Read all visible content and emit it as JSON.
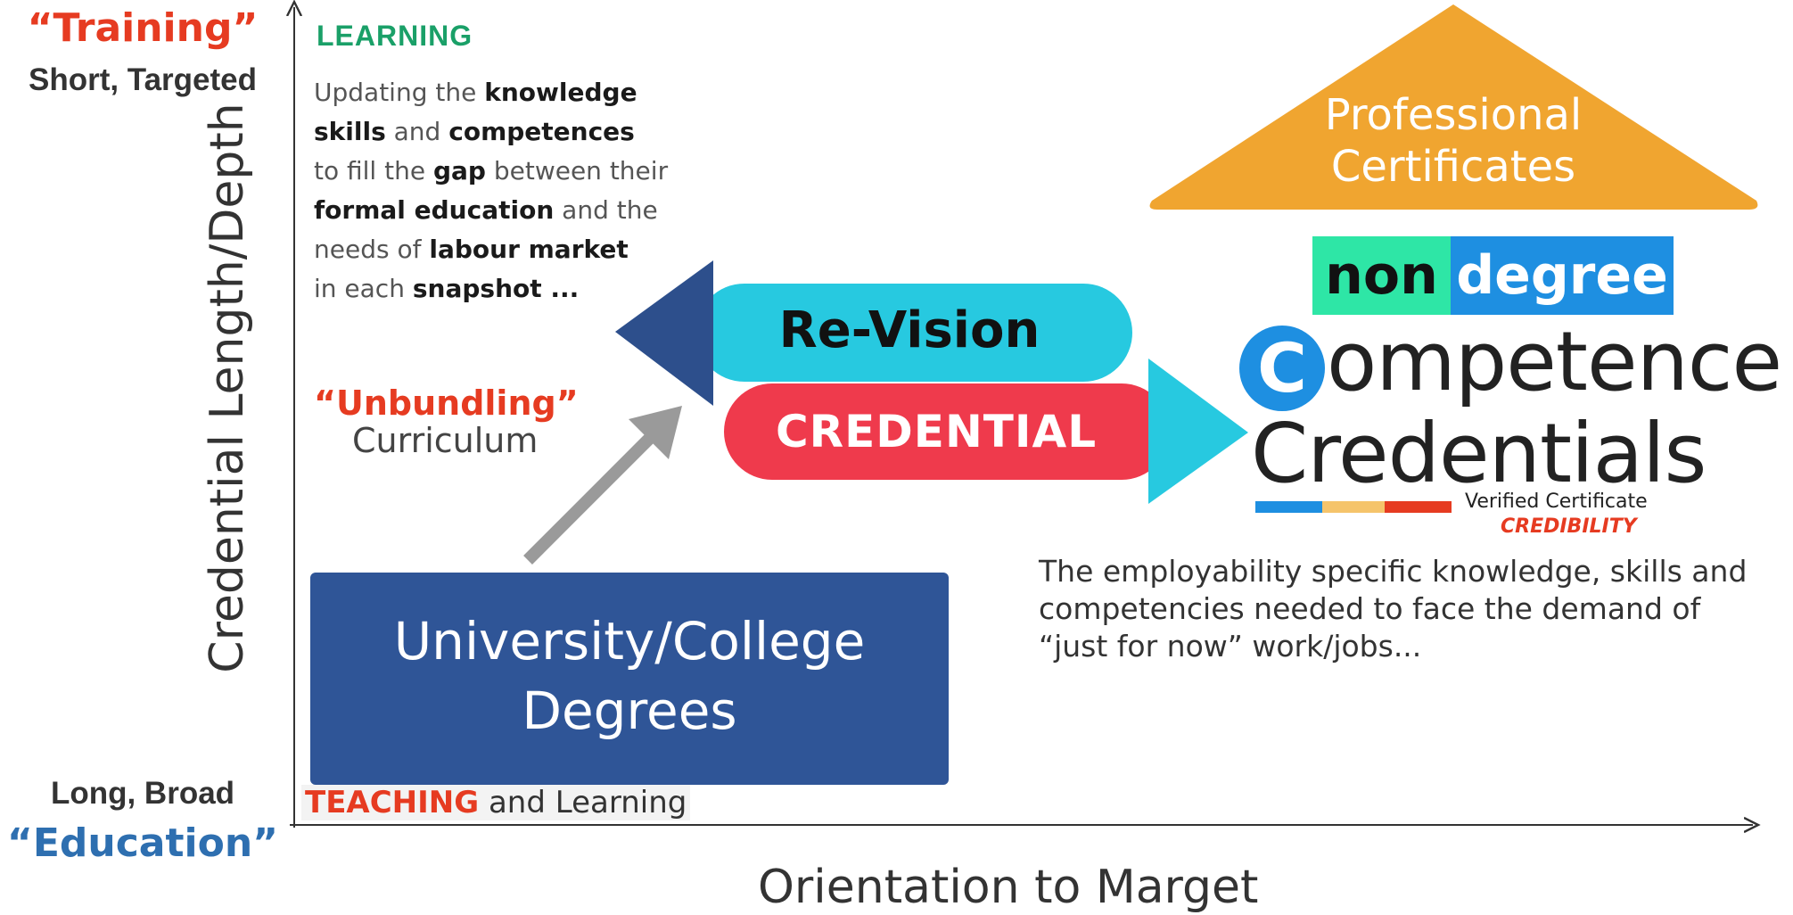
{
  "left_labels": {
    "training": "“Training”",
    "short_targeted": "Short, Targeted",
    "long_broad": "Long, Broad",
    "education": "“Education”"
  },
  "axes": {
    "y_label": "Credential Length/Depth",
    "x_label": "Orientation to Marget"
  },
  "learning": {
    "heading": "LEARNING",
    "lines": [
      [
        "Updating the ",
        "knowledge"
      ],
      [
        "skills",
        " and ",
        "competences"
      ],
      [
        "to fill the ",
        "gap",
        " between their"
      ],
      [
        "formal education",
        " and the"
      ],
      [
        "needs of ",
        "labour market"
      ],
      [
        "in each ",
        "snapshot ..."
      ]
    ]
  },
  "unbundling": {
    "title": "“Unbundling”",
    "subtitle": "Curriculum"
  },
  "university": {
    "line1": "University/College",
    "line2": "Degrees"
  },
  "teaching": {
    "strong": "TEACHING",
    "rest": " and Learning"
  },
  "center": {
    "revision": "Re-Vision",
    "credential": "CREDENTIAL"
  },
  "professional": {
    "line1": "Professional",
    "line2": "Certificates"
  },
  "badge": {
    "non": "non",
    "degree": "degree",
    "c_letter": "C",
    "competence_rest": "ompetence",
    "credentials": "Credentials",
    "verified": "Verified Certificate",
    "credibility": "CREDIBILITY"
  },
  "employability": {
    "text": "The employability specific knowledge, skills and competencies needed to face the demand of “just for now” work/jobs..."
  },
  "colors": {
    "red": "#e63b21",
    "blue_dark": "#2f5597",
    "blue_arrow": "#2d4f8c",
    "cyan": "#27c9e0",
    "orange": "#f0a530",
    "green": "#1aa068",
    "teal_box": "#2ee6a6",
    "blue_bright": "#1e8fe1",
    "gray_arrow": "#9a9a9a"
  }
}
